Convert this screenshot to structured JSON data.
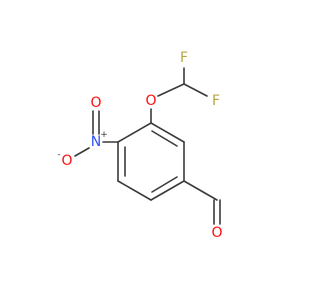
{
  "molecule": {
    "atoms": {
      "f1": {
        "symbol": "F",
        "color": "#b5a642"
      },
      "f2": {
        "symbol": "F",
        "color": "#b5a642"
      },
      "o_ether": {
        "symbol": "O",
        "color": "#ff0d0d"
      },
      "n_nitro": {
        "symbol": "N",
        "color": "#3050f8",
        "charge": "+"
      },
      "o_nitro_top": {
        "symbol": "O",
        "color": "#ff0d0d"
      },
      "o_nitro_left": {
        "symbol": "O",
        "color": "#ff0d0d",
        "charge": "-"
      },
      "o_aldehyde": {
        "symbol": "O",
        "color": "#ff0d0d"
      }
    },
    "bond_color": "#3a3a3a"
  }
}
